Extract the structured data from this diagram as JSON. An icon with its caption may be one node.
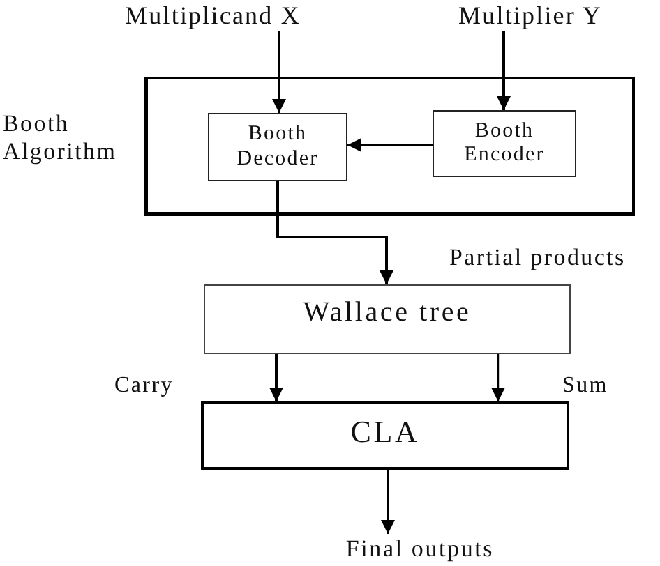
{
  "diagram": {
    "nodes": [
      {
        "text": [
          "Multiplicand X"
        ]
      },
      {
        "text": [
          "Multiplier Y"
        ]
      },
      {
        "text": [
          "Booth Algorithm"
        ]
      },
      {
        "text": [
          "Booth Decoder"
        ],
        "in": 2
      },
      {
        "text": [
          "Booth Encoder"
        ],
        "in": 2
      },
      {
        "text": [
          "Wallace tree"
        ]
      },
      {
        "text": [
          "CLA"
        ]
      },
      {
        "text": [
          "Final outputs"
        ]
      }
    ],
    "edges": [
      {
        "from": 0,
        "to": 3,
        "arrow": "to"
      },
      {
        "from": 1,
        "to": 4,
        "arrow": "to"
      },
      {
        "from": 4,
        "to": 3,
        "arrow": "to"
      },
      {
        "from": 3,
        "to": 5,
        "arrow": "to",
        "label": "Partial products"
      },
      {
        "from": 5,
        "to": 6,
        "arrow": "to",
        "label": "Carry"
      },
      {
        "from": 5,
        "to": 6,
        "arrow": "to",
        "label": "Sum"
      },
      {
        "from": 6,
        "to": 7,
        "arrow": "to"
      }
    ]
  }
}
